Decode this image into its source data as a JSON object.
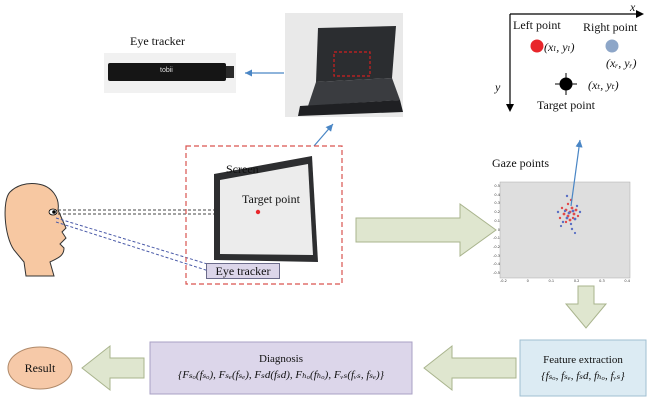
{
  "eye_tracker_photo": {
    "label": "Eye tracker",
    "device_brand": "tobii"
  },
  "coords": {
    "x_axis": "x",
    "y_axis": "y",
    "left_point": "Left point",
    "right_point": "Right point",
    "target_point": "Target point",
    "left_coord": "(xₗ, yₗ)",
    "right_coord": "(xᵣ, yᵣ)",
    "target_coord": "(xₜ, yₜ)"
  },
  "screen_setup": {
    "screen_label": "Screen",
    "target_label": "Target point",
    "tracker_label": "Eye tracker"
  },
  "gaze_plot": {
    "label": "Gaze points",
    "y_ticks": [
      "0.5",
      "0.4",
      "0.3",
      "0.2",
      "0.1",
      "0",
      "-0.1",
      "-0.2",
      "-0.3",
      "-0.4",
      "-0.5"
    ],
    "x_ticks": [
      "-0.2",
      "0",
      "0.1",
      "0.2",
      "0.3",
      "0.4"
    ]
  },
  "feature": {
    "title": "Feature extraction",
    "formula": "{fₛₒ, fₛₑ, fₛd, fₕₒ, fᵥₛ}"
  },
  "diagnosis": {
    "title": "Diagnosis",
    "formula": "{Fₛₒ(fₛₒ), Fₛₑ(fₛₑ), Fₛd(fₛd), Fₕₒ(fₕₒ), Fᵥₛ(fᵥₛ, fₛₑ)}"
  },
  "result": {
    "label": "Result"
  },
  "colors": {
    "left_point": "#e8262b",
    "right_point": "#8da6c8",
    "dashed_box": "#d9534f",
    "arrow_fill": "#dfe6cf",
    "arrow_stroke": "#a9b48d",
    "diagnosis_box": "#dcd6ea",
    "feature_box": "#dcebf3",
    "result_ellipse": "#f6c9a8",
    "blue_arrow": "#4a86c5"
  }
}
